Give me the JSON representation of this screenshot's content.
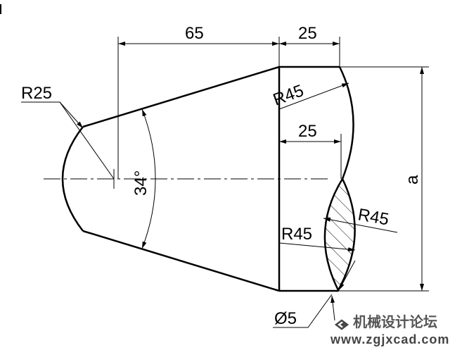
{
  "dimensions": {
    "length_65": "65",
    "length_25_top": "25",
    "length_25_mid": "25",
    "radius_r25": "R25",
    "radius_r45_top": "R45",
    "radius_r45_left": "R45",
    "radius_r45_right": "R45",
    "angle": "34°",
    "height": "a",
    "diameter": "Ø5"
  },
  "watermark": {
    "title": "机械设计论坛",
    "url": "www.zgjxcad.com"
  },
  "colors": {
    "line": "#000000",
    "hatch": "#000000",
    "background": "#ffffff"
  }
}
